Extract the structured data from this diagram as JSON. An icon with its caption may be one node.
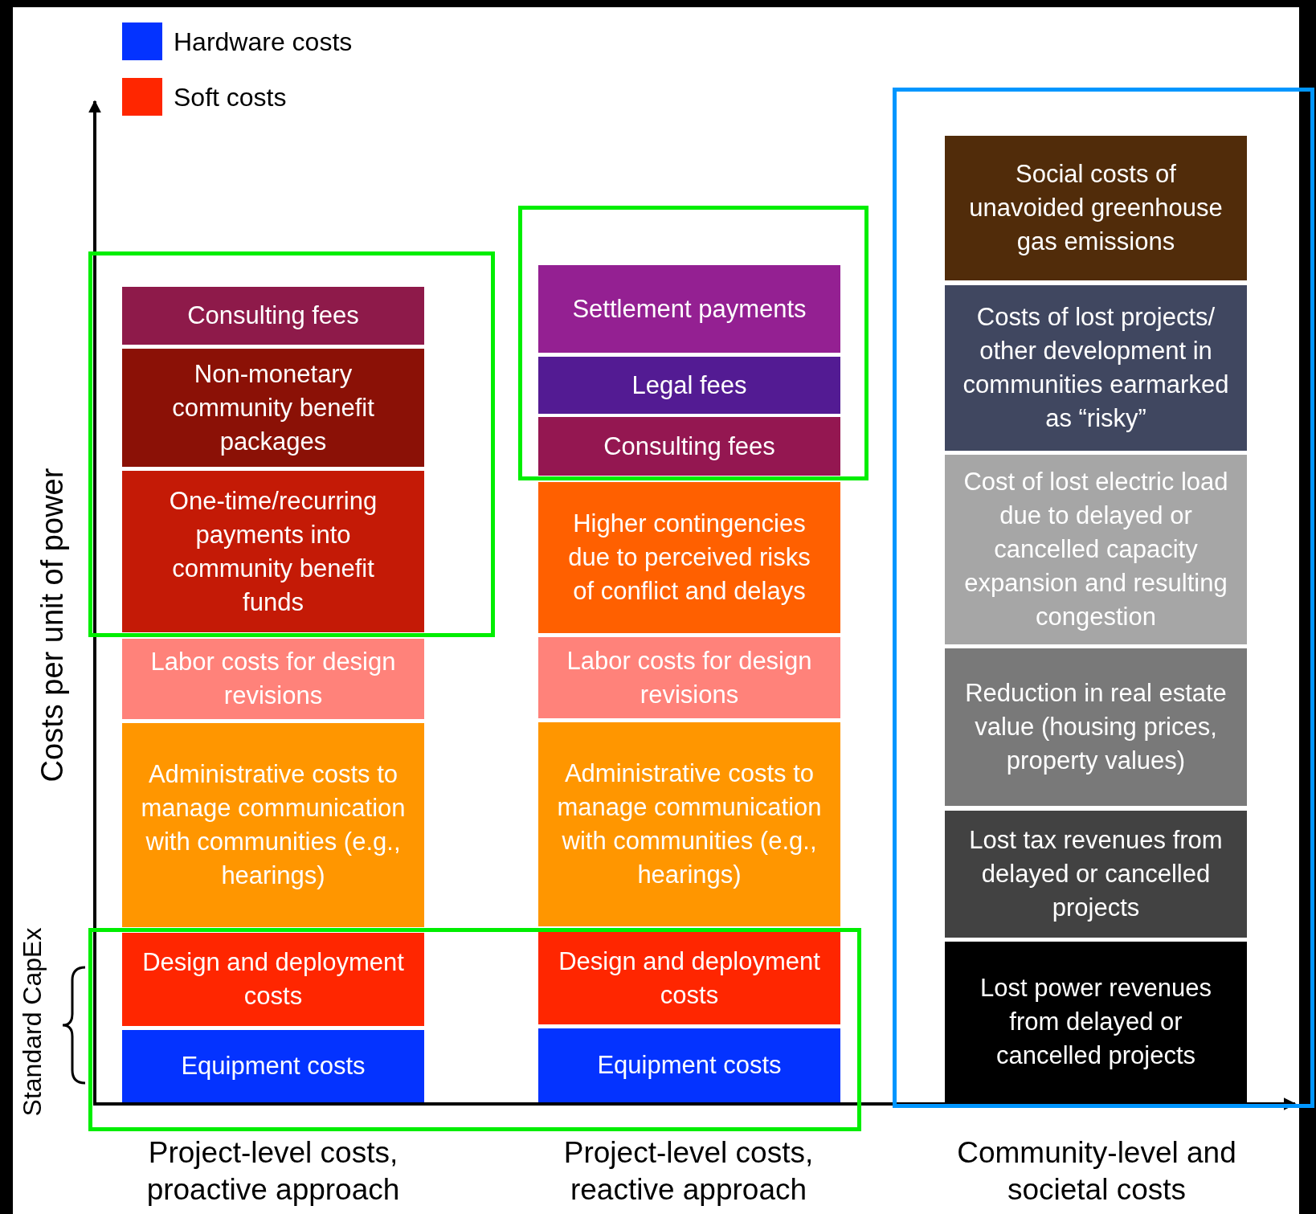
{
  "diagram": {
    "nodes": [
      {
        "text": [],
        "shape": "box"
      },
      {
        "text": [
          "Consulting fees"
        ],
        "in": 0
      },
      {
        "text": [
          "Non-monetary community benefit packages"
        ],
        "in": 0
      },
      {
        "text": [
          "One-time/recurring payments into community benefit funds"
        ],
        "in": 0
      },
      {
        "text": [
          "Labor costs for design revisions"
        ]
      },
      {
        "text": [
          "Administrative costs to manage communication with communities (e.g., hearings)"
        ]
      },
      {
        "text": [],
        "shape": "box"
      },
      {
        "text": [
          "Settlement payments"
        ],
        "in": 6
      },
      {
        "text": [
          "Legal fees"
        ],
        "in": 6
      },
      {
        "text": [
          "Consulting fees"
        ],
        "in": 6
      },
      {
        "text": [
          "Higher contingencies due to perceived risks of conflict and delays"
        ]
      },
      {
        "text": [
          "Labor costs for design revisions"
        ]
      },
      {
        "text": [
          "Administrative costs to manage communication with communities (e.g., hearings)"
        ]
      },
      {
        "text": [],
        "shape": "box"
      },
      {
        "text": [
          "Design and deployment costs"
        ],
        "in": 13
      },
      {
        "text": [
          "Equipment costs"
        ],
        "in": 13
      },
      {
        "text": [
          "Design and deployment costs"
        ],
        "in": 13
      },
      {
        "text": [
          "Equipment costs"
        ],
        "in": 13
      },
      {
        "text": [],
        "shape": "box"
      },
      {
        "text": [
          "Social costs of unavoided greenhouse gas emissions"
        ],
        "in": 18
      },
      {
        "text": [
          "Costs of lost projects/ other development in communities earmarked as “risky”"
        ],
        "in": 18
      },
      {
        "text": [
          "Cost of lost electric load due to delayed or cancelled capacity expansion and resulting congestion"
        ],
        "in": 18
      },
      {
        "text": [
          "Reduction in real estate value (housing prices, property values)"
        ],
        "in": 18
      },
      {
        "text": [
          "Lost tax revenues from delayed or cancelled projects"
        ],
        "in": 18
      },
      {
        "text": [
          "Lost power revenues from delayed or cancelled projects"
        ],
        "in": 18
      }
    ],
    "labels": [
      "Costs per unit of power",
      "Standard CapEx",
      "Project-level costs, proactive approach",
      "Project-level costs, reactive approach",
      "Community-level and societal costs"
    ],
    "legend": [
      {
        "text": "Hardware costs",
        "color": "#0433ff"
      },
      {
        "text": "Soft costs",
        "color": "#ff2600"
      }
    ]
  }
}
